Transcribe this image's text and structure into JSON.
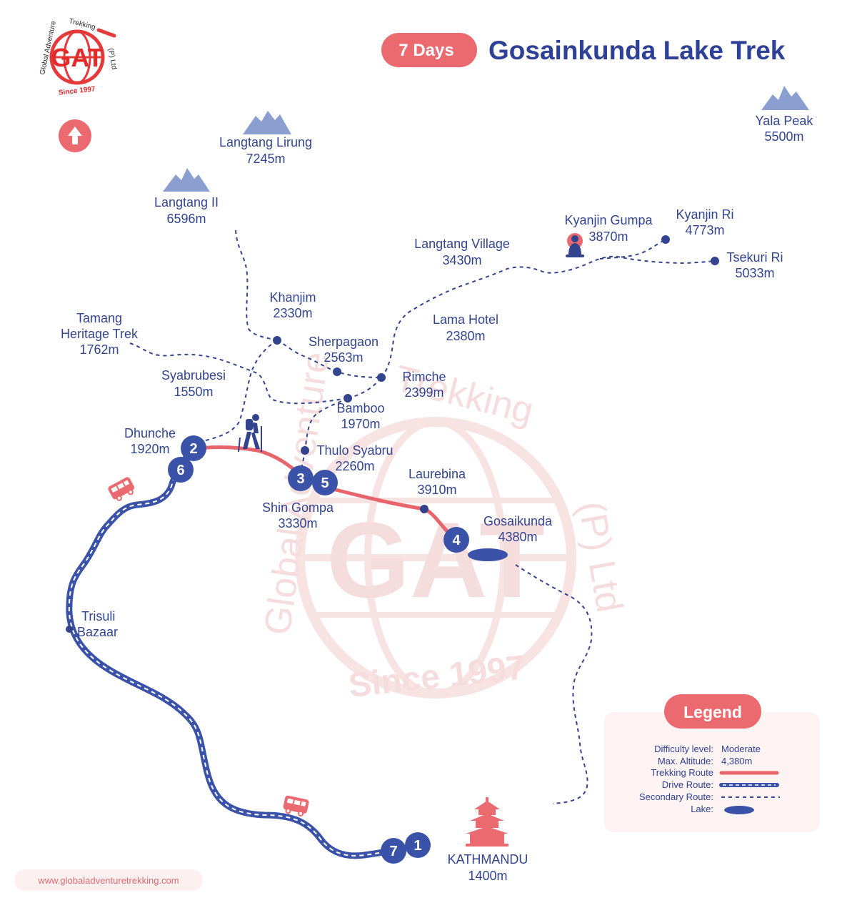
{
  "header": {
    "days_pill": "7 Days",
    "title": "Gosainkunda Lake Trek"
  },
  "logo": {
    "text_top": "Global Adventure Trekking",
    "text_mark": "GAT",
    "text_right": "(P) Ltd",
    "since": "Since 1997"
  },
  "peaks": [
    {
      "name": "Langtang Lirung",
      "alt": "7245m"
    },
    {
      "name": "Langtang II",
      "alt": "6596m"
    },
    {
      "name": "Yala Peak",
      "alt": "5500m"
    }
  ],
  "places": {
    "tamang": {
      "l1": "Tamang",
      "l2": "Heritage Trek",
      "alt": "1762m"
    },
    "syabrubesi": {
      "name": "Syabrubesi",
      "alt": "1550m"
    },
    "khanjim": {
      "name": "Khanjim",
      "alt": "2330m"
    },
    "sherpagaon": {
      "name": "Sherpagaon",
      "alt": "2563m"
    },
    "rimche": {
      "name": "Rimche",
      "alt": "2399m"
    },
    "bamboo": {
      "name": "Bamboo",
      "alt": "1970m"
    },
    "lama_hotel": {
      "name": "Lama Hotel",
      "alt": "2380m"
    },
    "langtang_village": {
      "name": "Langtang Village",
      "alt": "3430m"
    },
    "kyanjin_gumpa": {
      "name": "Kyanjin Gumpa",
      "alt": "3870m"
    },
    "kyanjin_ri": {
      "name": "Kyanjin Ri",
      "alt": "4773m"
    },
    "tsekuri_ri": {
      "name": "Tsekuri Ri",
      "alt": "5033m"
    },
    "dhunche": {
      "name": "Dhunche",
      "alt": "1920m"
    },
    "thulo_syabru": {
      "name": "Thulo Syabru",
      "alt": "2260m"
    },
    "shin_gompa": {
      "name": "Shin Gompa",
      "alt": "3330m"
    },
    "laurebina": {
      "name": "Laurebina",
      "alt": "3910m"
    },
    "gosaikunda": {
      "name": "Gosaikunda",
      "alt": "4380m"
    },
    "trisuli": {
      "l1": "Trisuli",
      "l2": "Bazaar"
    },
    "kathmandu": {
      "name": "KATHMANDU",
      "alt": "1400m"
    }
  },
  "stops": [
    "1",
    "2",
    "3",
    "4",
    "5",
    "6",
    "7"
  ],
  "legend": {
    "title": "Legend",
    "difficulty_key": "Difficulty level:",
    "difficulty_val": "Moderate",
    "altitude_key": "Max. Altitude:",
    "altitude_val": "4,380m",
    "trekking_key": "Trekking Route",
    "drive_key": "Drive Route:",
    "secondary_key": "Secondary Route:",
    "lake_key": "Lake:"
  },
  "watermark": {
    "arc_left": "Global Adventure",
    "arc_top": "Trekking",
    "arc_right": "(P) Ltd",
    "mark": "GAT",
    "since": "Since 1997"
  },
  "footer": {
    "url": "www.globaladventuretrekking.com"
  },
  "colors": {
    "navy": "#33448f",
    "route_blue": "#3a52a8",
    "trek_red": "#e8646b",
    "peak": "#8a9fd0",
    "legend_bg": "#fdf3f3"
  }
}
